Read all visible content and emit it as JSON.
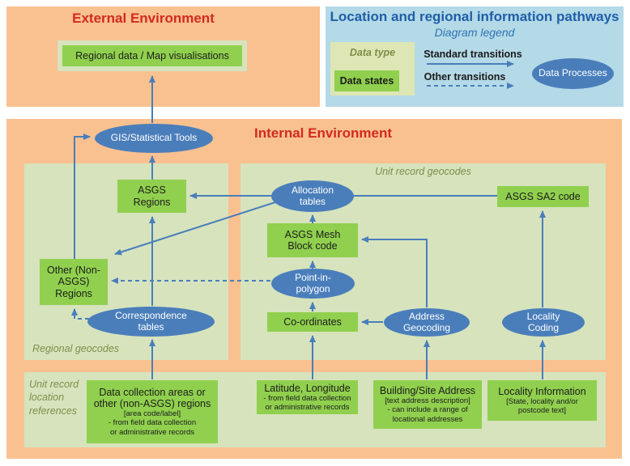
{
  "colors": {
    "orange_panel": "#f9c190",
    "light_green_panel": "#d6e3bd",
    "green_box": "#90d04e",
    "blue_ellipse": "#4a7ebb",
    "legend_panel": "#b4d9e7",
    "pale_box": "#dde6b4",
    "arrow_blue": "#4a7ebb",
    "red_title": "#d32a1e",
    "dark_blue_title": "#1e5fa8",
    "subtitle_blue": "#2e74b5",
    "olive_text": "#7d8f4a",
    "box_text": "#1c1c1c"
  },
  "external": {
    "title": "External Environment",
    "regional_data": "Regional data / Map visualisations"
  },
  "legend": {
    "title": "Location and regional information pathways",
    "subtitle": "Diagram legend",
    "data_type_label": "Data type",
    "data_states_label": "Data states",
    "standard_transitions_label": "Standard transitions",
    "other_transitions_label": "Other transitions",
    "data_processes_label": "Data Processes"
  },
  "internal": {
    "title": "Internal Environment",
    "regional_geocodes_label": "Regional geocodes",
    "unit_record_geocodes_label": "Unit record geocodes",
    "unit_record_location_references_label": "Unit record location references"
  },
  "nodes": {
    "gis_tools": "GIS/Statistical Tools",
    "asgs_regions": "ASGS Regions",
    "other_regions": "Other (Non-ASGS) Regions",
    "correspondence_tables": "Correspondence tables",
    "allocation_tables": "Allocation tables",
    "asgs_sa2_code": "ASGS SA2 code",
    "asgs_mesh_block_code": "ASGS Mesh Block code",
    "point_in_polygon": "Point-in-polygon",
    "coordinates": "Co-ordinates",
    "address_geocoding": "Address Geocoding",
    "locality_coding": "Locality Coding"
  },
  "references": {
    "data_collection": {
      "title": "Data collection areas or other (non-ASGS) regions",
      "sub": [
        "[area code/label]",
        "- from field data collection",
        "or administrative records"
      ]
    },
    "latitude_longitude": {
      "title": "Latitude, Longitude",
      "sub": [
        "- from field data collection",
        "or administrative records"
      ]
    },
    "building_site_address": {
      "title": "Building/Site Address",
      "sub": [
        "[text address description]",
        "- can include a range of",
        "locational addresses"
      ]
    },
    "locality_information": {
      "title": "Locality Information",
      "sub": [
        "[State, locality and/or",
        "postcode text]"
      ]
    }
  }
}
